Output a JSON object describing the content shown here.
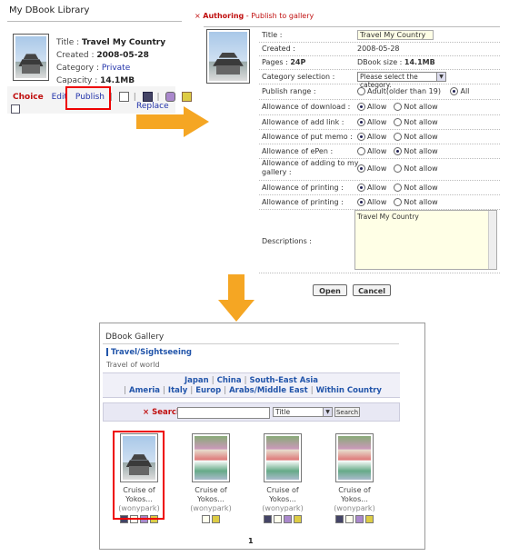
{
  "library": {
    "title": "My DBook Library",
    "title_label": "Title : ",
    "title_value": "Travel My Country",
    "created_label": "Created : ",
    "created_value": "2008-05-28",
    "category_label": "Category : ",
    "category_value": "Private",
    "capacity_label": "Capacity : ",
    "capacity_value": "14.1MB",
    "choice": "Choice",
    "edit": "Edit",
    "publish": "Publish",
    "sep": "|",
    "replace": "Replace"
  },
  "authoring": {
    "marker": "×",
    "title": "Authoring",
    "subtitle": " - Publish to gallery",
    "rows": {
      "title_label": "Title :",
      "title_value": "Travel My Country",
      "created_label": "Created :",
      "created_value": "2008-05-28",
      "pages_label": "Pages : ",
      "pages_value": "24P",
      "size_label": "DBook size : ",
      "size_value": "14.1MB",
      "category_label": "Category selection :",
      "category_value": "Please select the category.",
      "publish_label": "Publish range :",
      "publish_opt1": "Adult(older than 19)",
      "publish_opt2": "All",
      "download_label": "Allowance of download :",
      "addlink_label": "Allowance of add link :",
      "memo_label": "Allowance of put memo :",
      "epen_label": "Allowance of ePen :",
      "gallery_label_1": "Allowance of adding to my",
      "gallery_label_2": "gallery :",
      "print1_label": "Allowance of printing :",
      "print2_label": "Allowance of printing :",
      "allow": "Allow",
      "not_allow": "Not allow",
      "desc_label": "Descriptions :",
      "desc_value": "Travel My Country"
    },
    "open_btn": "Open",
    "cancel_btn": "Cancel"
  },
  "gallery": {
    "title": "DBook Gallery",
    "category": "Travel/Sightseeing",
    "subcategory": "Travel of world",
    "regions_row1": [
      "Japan",
      "China",
      "South-East Asia"
    ],
    "regions_row2": [
      "Ameria",
      "Italy",
      "Europ",
      "Arabs/Middle East",
      "Within Country"
    ],
    "sep": "|",
    "search_marker": "×",
    "search_label": "Search",
    "search_option": "Title",
    "search_btn": "Search",
    "books": [
      {
        "name1": "Cruise of",
        "name2": "Yokos...",
        "owner": "(wonypark)"
      },
      {
        "name1": "Cruise of",
        "name2": "Yokos...",
        "owner": "(wonypark)"
      },
      {
        "name1": "Cruise of",
        "name2": "Yokos...",
        "owner": "(wonypark)"
      },
      {
        "name1": "Cruise of",
        "name2": "Yokos...",
        "owner": "(wonypark)"
      }
    ],
    "page": "1"
  },
  "colors": {
    "highlight": "#ee0000",
    "arrow": "#f5a623",
    "link": "#2233aa",
    "accent_red": "#c01010"
  }
}
